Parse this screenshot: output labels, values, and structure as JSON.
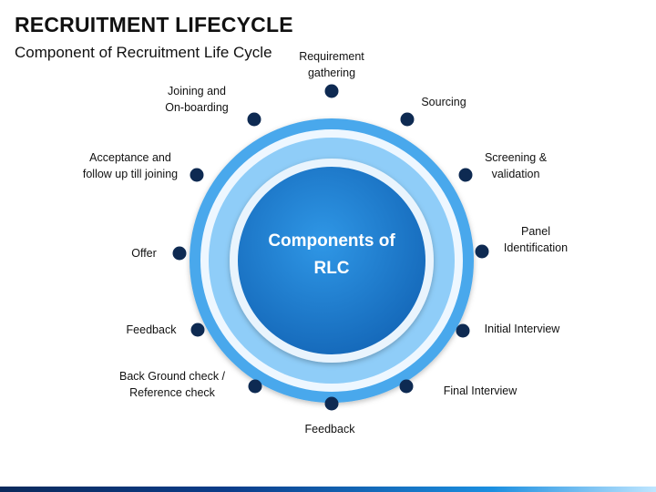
{
  "title": "RECRUITMENT LIFECYCLE",
  "subtitle": "Component of Recruitment Life Cycle",
  "center": {
    "line1": "Components of",
    "line2": "RLC"
  },
  "colors": {
    "dot": "#0e2a52",
    "outer_ring": "#4aa8ec",
    "inner_ring": "#8fcdf8",
    "center_fill": "#1a78cc",
    "center_fill_light": "#2f97e6"
  },
  "nodes": [
    {
      "lines": [
        "Requirement",
        "gathering"
      ]
    },
    {
      "lines": [
        "Sourcing"
      ]
    },
    {
      "lines": [
        "Screening &",
        "validation"
      ]
    },
    {
      "lines": [
        "Panel",
        "Identification"
      ]
    },
    {
      "lines": [
        "Initial Interview"
      ]
    },
    {
      "lines": [
        "Final Interview"
      ]
    },
    {
      "lines": [
        "Feedback"
      ]
    },
    {
      "lines": [
        "Back Ground check /",
        "Reference check"
      ]
    },
    {
      "lines": [
        "Feedback"
      ]
    },
    {
      "lines": [
        "Offer"
      ]
    },
    {
      "lines": [
        "Acceptance and",
        "follow up till joining"
      ]
    },
    {
      "lines": [
        "Joining and",
        "On-boarding"
      ]
    }
  ]
}
